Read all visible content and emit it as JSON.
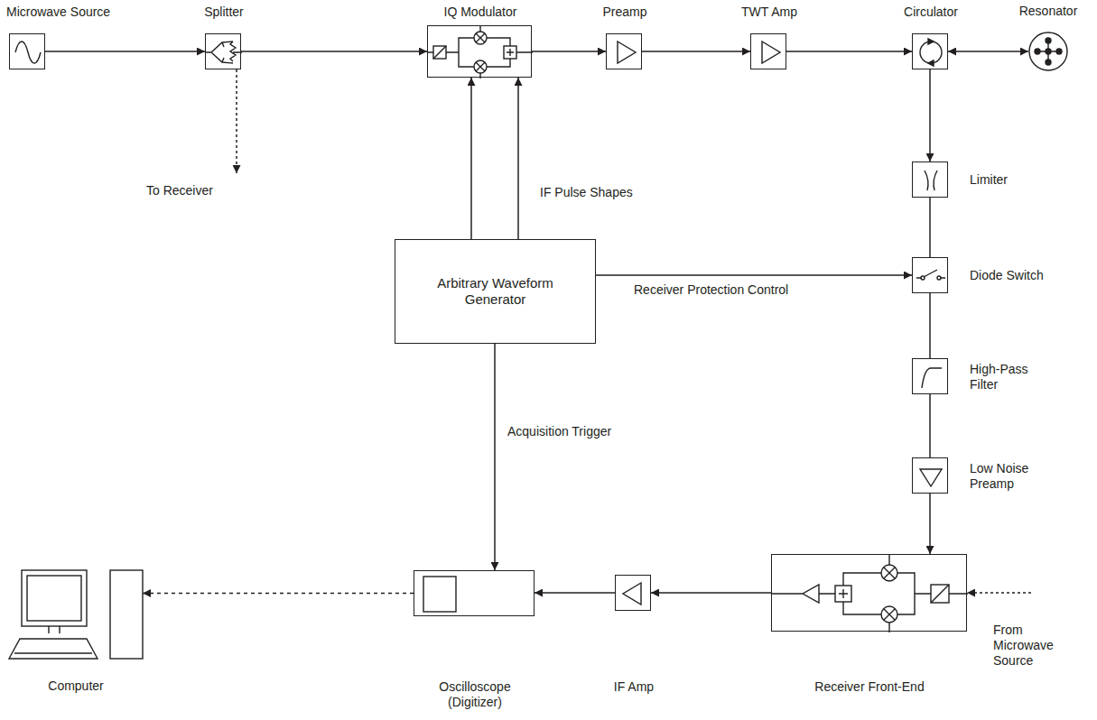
{
  "diagram": {
    "nodes": [
      {
        "text": [
          "Microwave Source"
        ]
      },
      {
        "text": [
          "Splitter"
        ]
      },
      {
        "text": [
          "IQ Modulator"
        ]
      },
      {
        "text": [
          "Preamp"
        ]
      },
      {
        "text": [
          "TWT Amp"
        ]
      },
      {
        "text": [
          "Circulator"
        ]
      },
      {
        "text": [
          "Resonator"
        ]
      },
      {
        "text": [
          "Limiter"
        ]
      },
      {
        "text": [
          "Diode Switch"
        ]
      },
      {
        "text": [
          "High-Pass Filter"
        ]
      },
      {
        "text": [
          "Low Noise Preamp"
        ]
      },
      {
        "text": [
          "Arbitrary Waveform Generator"
        ]
      },
      {
        "text": [
          "Receiver Front-End"
        ]
      },
      {
        "text": [
          "IF Amp"
        ]
      },
      {
        "text": [
          "Oscilloscope (Digitizer)"
        ]
      },
      {
        "text": [
          "Computer"
        ]
      }
    ],
    "edges": [
      {
        "from": 0,
        "to": 1,
        "arrow": "to"
      },
      {
        "from": 1,
        "to": 2,
        "arrow": "to"
      },
      {
        "from": 2,
        "to": 3,
        "arrow": "to"
      },
      {
        "from": 3,
        "to": 4,
        "arrow": "to"
      },
      {
        "from": 4,
        "to": 5,
        "arrow": "to"
      },
      {
        "from": 5,
        "to": 6,
        "arrow": "both"
      },
      {
        "from": 5,
        "to": 7,
        "arrow": "to"
      },
      {
        "from": 7,
        "to": 8,
        "arrow": "none"
      },
      {
        "from": 8,
        "to": 9,
        "arrow": "none"
      },
      {
        "from": 9,
        "to": 10,
        "arrow": "none"
      },
      {
        "from": 10,
        "to": 12,
        "arrow": "to"
      },
      {
        "from": 12,
        "to": 13,
        "arrow": "to"
      },
      {
        "from": 13,
        "to": 14,
        "arrow": "to"
      },
      {
        "from": 14,
        "to": 15,
        "arrow": "to"
      },
      {
        "from": 11,
        "to": 2,
        "arrow": "to",
        "label": "IF Pulse Shapes"
      },
      {
        "from": 11,
        "to": 2,
        "arrow": "to"
      },
      {
        "from": 11,
        "to": 8,
        "arrow": "to",
        "label": "Receiver Protection Control"
      },
      {
        "from": 11,
        "to": 14,
        "arrow": "to",
        "label": "Acquisition Trigger"
      }
    ],
    "labels": [
      "To Receiver",
      "From Microwave Source"
    ]
  }
}
